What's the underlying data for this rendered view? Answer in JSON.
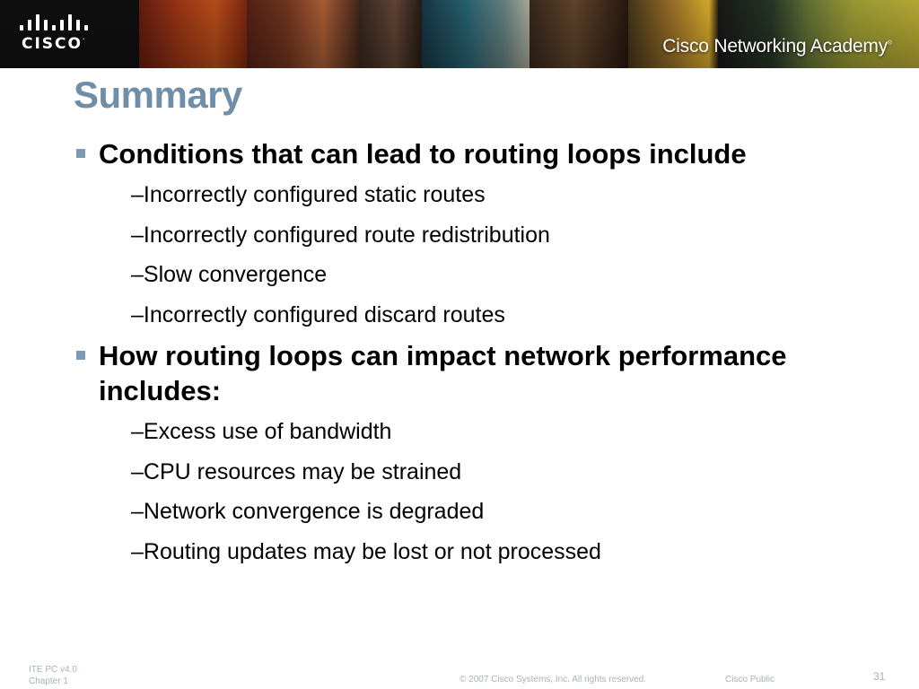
{
  "header": {
    "logo_text": "CISCO",
    "academy_title": "Cisco Networking Academy"
  },
  "slide": {
    "title": "Summary",
    "bullets": [
      {
        "text": "Conditions that can lead to routing loops include",
        "items": [
          "Incorrectly configured static routes",
          "Incorrectly configured route redistribution",
          "Slow convergence",
          "Incorrectly configured discard routes"
        ]
      },
      {
        "text": "How routing loops can impact network performance includes:",
        "items": [
          "Excess use of bandwidth",
          "CPU resources may be strained",
          "Network convergence is degraded",
          "Routing updates may be lost or not processed"
        ]
      }
    ]
  },
  "footer": {
    "course": "ITE PC v4.0",
    "chapter": "Chapter 1",
    "copyright": "© 2007 Cisco Systems, Inc. All rights reserved.",
    "classification": "Cisco Public",
    "page_number": "31"
  },
  "colors": {
    "title": "#6f8fa8",
    "bullet_square": "#7a9bb3",
    "footer_text": "#a7b2ba"
  }
}
